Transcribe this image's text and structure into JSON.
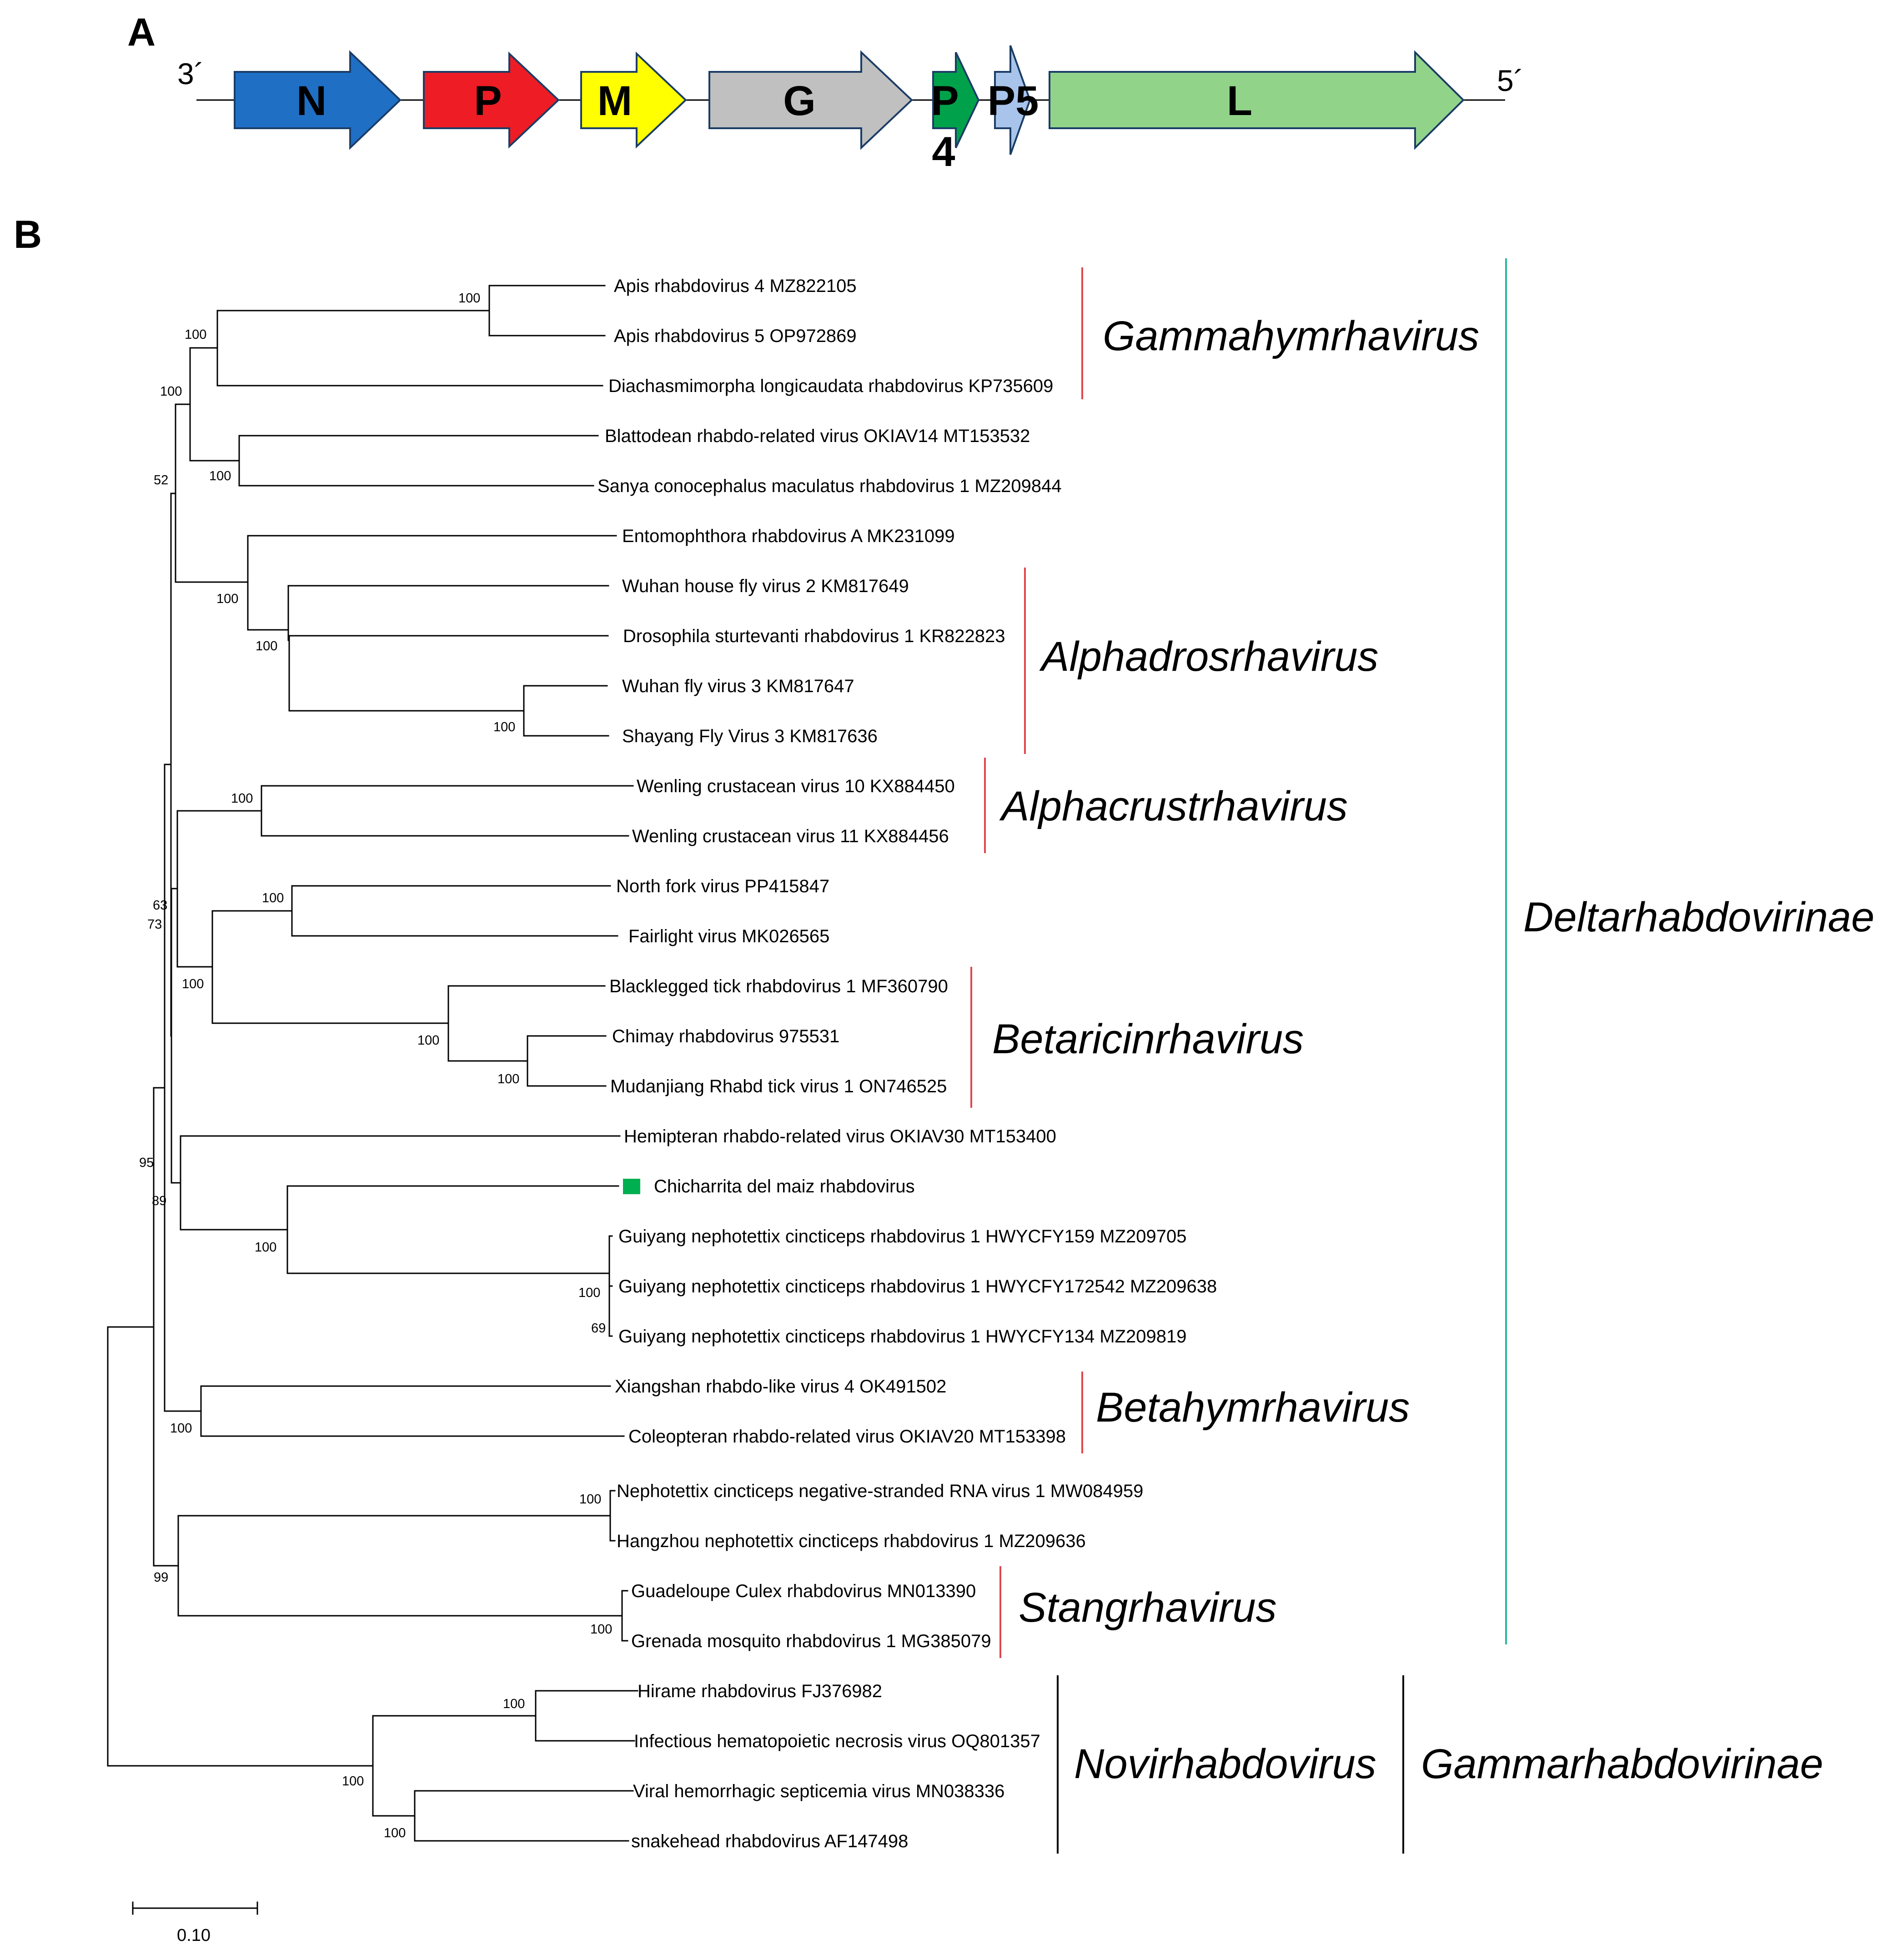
{
  "panel_a": {
    "letter": "A",
    "end_3": "3´",
    "end_5": "5´",
    "genes": [
      {
        "label": "N",
        "color": "#1f6fc5"
      },
      {
        "label": "P",
        "color": "#ee1c24"
      },
      {
        "label": "M",
        "color": "#ffff00"
      },
      {
        "label": "G",
        "color": "#c0c0c0"
      },
      {
        "label": "P",
        "sublabel": "4",
        "color": "#00a14b"
      },
      {
        "label": "P5",
        "color": "#a9c4eb"
      },
      {
        "label": "L",
        "color": "#92d38a"
      }
    ]
  },
  "panel_b": {
    "letter": "B",
    "taxa": [
      "Apis rhabdovirus 4 MZ822105",
      "Apis rhabdovirus 5 OP972869",
      "Diachasmimorpha longicaudata rhabdovirus KP735609",
      "Blattodean rhabdo-related virus OKIAV14 MT153532",
      "Sanya conocephalus maculatus rhabdovirus 1 MZ209844",
      "Entomophthora rhabdovirus A MK231099",
      "Wuhan house fly virus 2 KM817649",
      "Drosophila sturtevanti rhabdovirus 1 KR822823",
      "Wuhan fly virus 3 KM817647",
      "Shayang Fly Virus 3 KM817636",
      "Wenling crustacean virus 10 KX884450",
      "Wenling crustacean virus 11 KX884456",
      "North fork virus PP415847",
      "Fairlight virus MK026565",
      "Blacklegged tick rhabdovirus 1 MF360790",
      "Chimay rhabdovirus 975531",
      "Mudanjiang Rhabd tick virus 1 ON746525",
      "Hemipteran rhabdo-related virus OKIAV30 MT153400",
      "Chicharrita del maiz rhabdovirus",
      "Guiyang nephotettix cincticeps rhabdovirus 1 HWYCFY159 MZ209705",
      "Guiyang nephotettix cincticeps rhabdovirus 1 HWYCFY172542 MZ209638",
      "Guiyang nephotettix cincticeps rhabdovirus 1 HWYCFY134 MZ209819",
      "Xiangshan rhabdo-like virus 4 OK491502",
      "Coleopteran rhabdo-related virus OKIAV20 MT153398",
      "Nephotettix cincticeps negative-stranded RNA virus 1 MW084959",
      "Hangzhou nephotettix cincticeps rhabdovirus 1 MZ209636",
      "Guadeloupe Culex rhabdovirus MN013390",
      "Grenada mosquito rhabdovirus 1 MG385079",
      "Hirame rhabdovirus FJ376982",
      "Infectious hematopoietic necrosis virus OQ801357",
      "Viral hemorrhagic septicemia virus MN038336",
      "snakehead rhabdovirus AF147498"
    ],
    "highlight_taxon_color": "#00b050",
    "bootstrap": [
      "100",
      "100",
      "100",
      "52",
      "100",
      "100",
      "100",
      "100",
      "100",
      "100",
      "100",
      "63",
      "73",
      "100",
      "100",
      "95",
      "89",
      "100",
      "100",
      "69",
      "100",
      "100",
      "99",
      "100",
      "100",
      "100",
      "100"
    ],
    "genera": [
      "Gammahymrhavirus",
      "Alphadrosrhavirus",
      "Alphacrustrhavirus",
      "Betaricinrhavirus",
      "Betahymrhavirus",
      "Stangrhavirus",
      "Novirhabdovirus"
    ],
    "genus_bar_color": "#e0474c",
    "subfamilies": [
      "Deltarhabdovirinae",
      "Gammarhabdovirinae"
    ],
    "subfamily_bar_colors": [
      "#2ab5a0",
      "#000000"
    ],
    "scale_bar_label": "0.10"
  }
}
